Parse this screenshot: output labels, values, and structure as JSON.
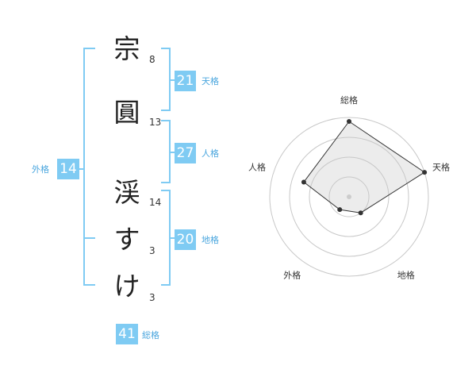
{
  "name_chars": [
    {
      "char": "宗",
      "strokes": "8"
    },
    {
      "char": "圓",
      "strokes": "13"
    },
    {
      "char": "渓",
      "strokes": "14"
    },
    {
      "char": "す",
      "strokes": "3"
    },
    {
      "char": "け",
      "strokes": "3"
    }
  ],
  "fortunes": {
    "tenkaku": {
      "value": "21",
      "label": "天格"
    },
    "jinkaku": {
      "value": "27",
      "label": "人格"
    },
    "chikaku": {
      "value": "20",
      "label": "地格"
    },
    "gaikaku": {
      "value": "14",
      "label": "外格"
    },
    "soukaku": {
      "value": "41",
      "label": "総格"
    }
  },
  "colors": {
    "accent": "#7fcbf3",
    "bracket": "#7fcbf3",
    "label": "#4aa6de"
  },
  "chart_data": {
    "type": "radar",
    "axes": [
      "総格",
      "天格",
      "地格",
      "外格",
      "人格"
    ],
    "values": [
      0.95,
      1.0,
      0.25,
      0.2,
      0.6
    ],
    "rings": 4
  }
}
